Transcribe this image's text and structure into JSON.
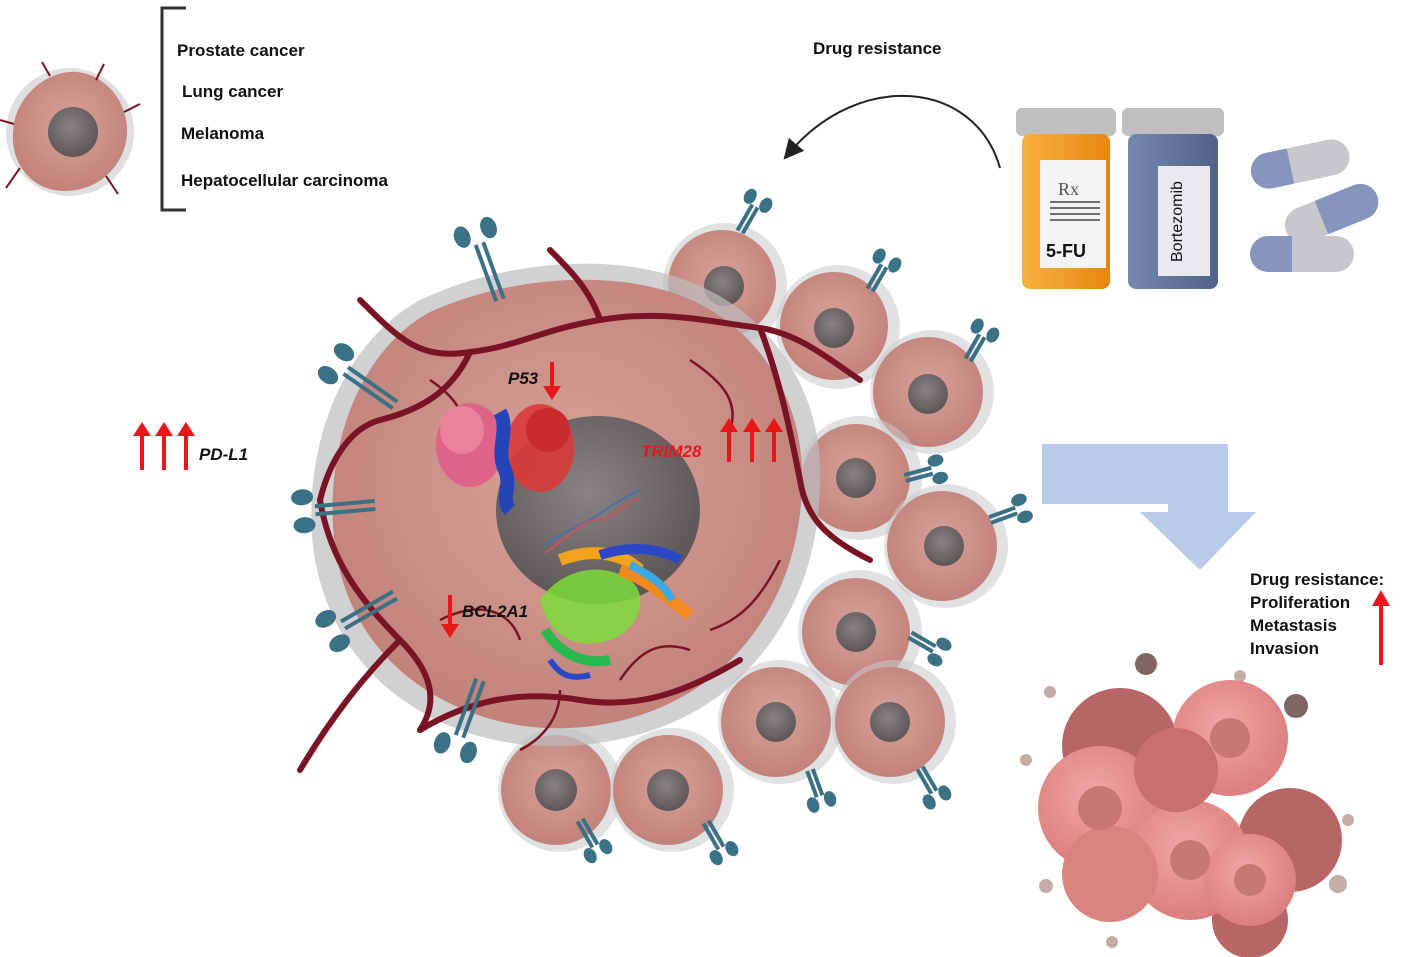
{
  "cancer_types": [
    "Prostate cancer",
    "Lung cancer",
    "Melanoma",
    "Hepatocellular carcinoma"
  ],
  "drug_resistance_label": "Drug resistance",
  "drugs": {
    "bottle1_rx": "Rx",
    "bottle1_label": "5-FU",
    "bottle2_label": "Bortezomib"
  },
  "genes": {
    "pdl1": "PD-L1",
    "p53": "P53",
    "trim28": "TRIM28",
    "bcl2a1": "BCL2A1"
  },
  "outcome": {
    "title": "Drug resistance:",
    "items": [
      "Proliferation",
      "Metastasis",
      "Invasion"
    ]
  },
  "colors": {
    "cell_fill": "#c78a82",
    "cell_shadow": "#b9b9bd",
    "nucleus": "#6f6869",
    "vessel": "#7a1424",
    "receptor": "#3b7185",
    "arrow_red": "#e8151b",
    "big_arrow": "#b8cbe8",
    "bottle_orange": "#f29b1d",
    "bottle_blue": "#5e739b",
    "pill_blue": "#8595bd",
    "pill_grey": "#c8c8cc",
    "tumor_pink": "#e6898a"
  }
}
